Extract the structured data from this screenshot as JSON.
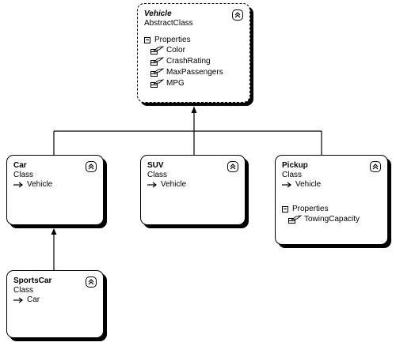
{
  "diagram": {
    "vehicle": {
      "name": "Vehicle",
      "kind": "AbstractClass",
      "properties_label": "Properties",
      "properties": [
        "Color",
        "CrashRating",
        "MaxPassengers",
        "MPG"
      ]
    },
    "car": {
      "name": "Car",
      "kind": "Class",
      "parent": "Vehicle"
    },
    "suv": {
      "name": "SUV",
      "kind": "Class",
      "parent": "Vehicle"
    },
    "pickup": {
      "name": "Pickup",
      "kind": "Class",
      "parent": "Vehicle",
      "properties_label": "Properties",
      "properties": [
        "TowingCapacity"
      ]
    },
    "sportscar": {
      "name": "SportsCar",
      "kind": "Class",
      "parent": "Car"
    }
  },
  "colors": {
    "line": "#000000",
    "background": "#ffffff",
    "shadow": "#000000"
  },
  "icons": {
    "collapse": "double-chevron-up-icon",
    "inherit": "inherit-arrow-icon",
    "property": "property-icon",
    "section_toggle": "minus-box-icon"
  }
}
